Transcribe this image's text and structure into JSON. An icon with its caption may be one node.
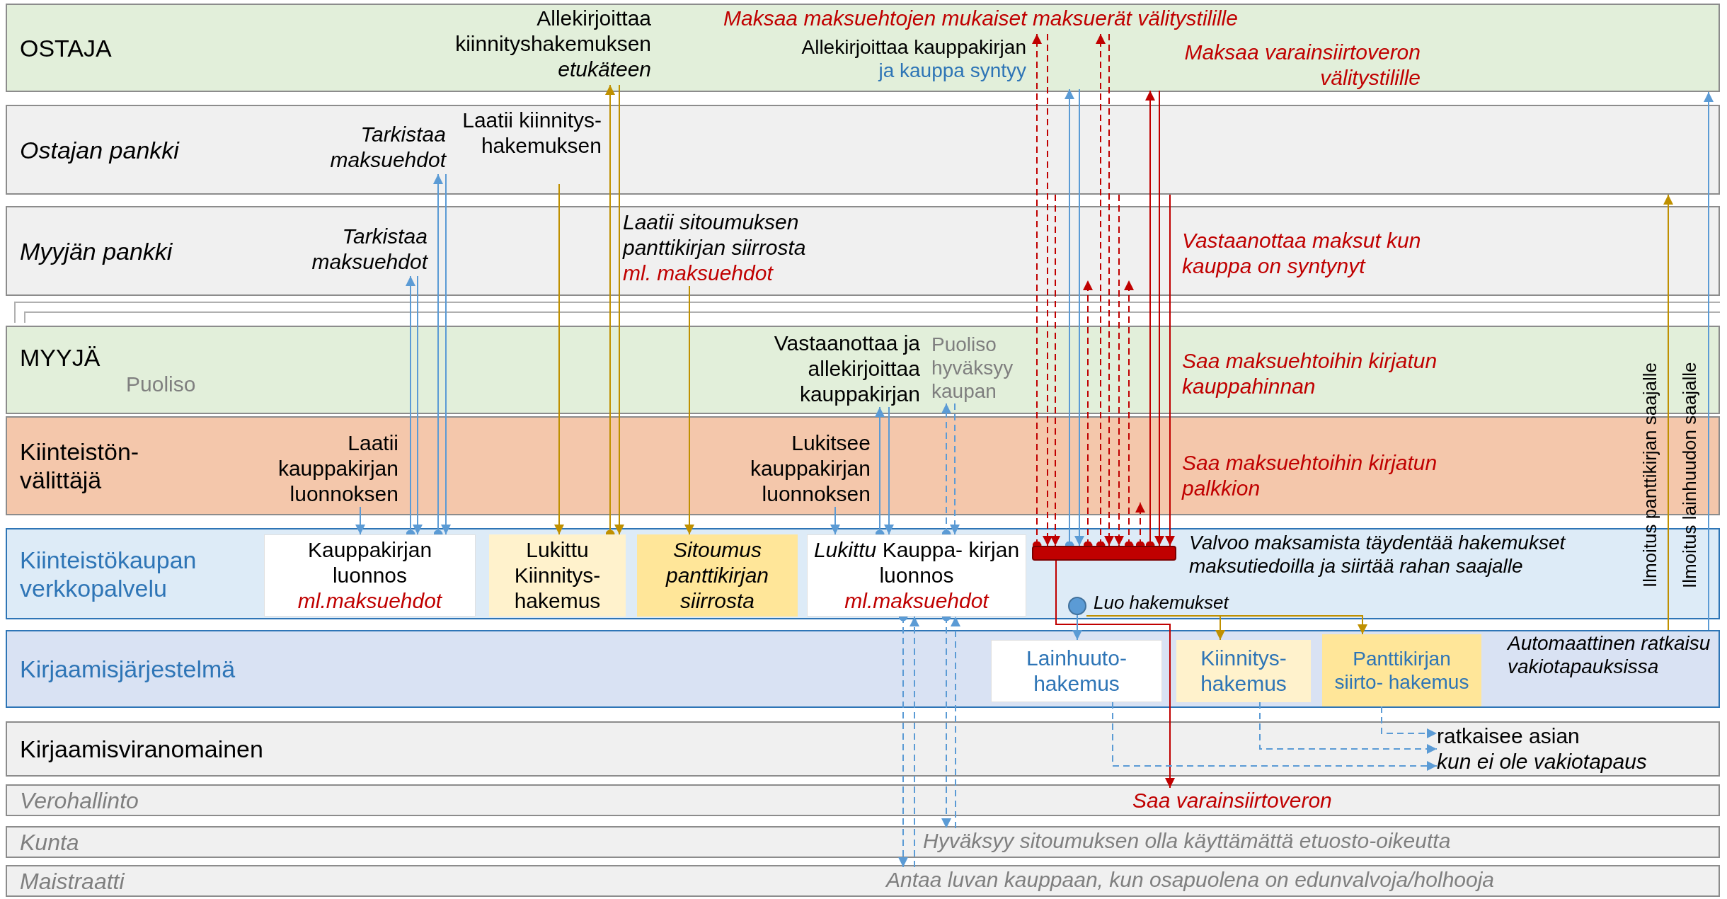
{
  "diagram": {
    "nodes": [
      {
        "text": [
          "OSTAJA"
        ]
      },
      {
        "text": [
          "Allekirjoittaa kiinnityshakemuksen *etukäteen*"
        ],
        "in": 0
      },
      {
        "text": [
          "Maksaa maksuehtojen mukaiset maksuerät välitystilille"
        ],
        "in": 0
      },
      {
        "text": [
          "Allekirjoittaa kauppakirjan",
          "ja kauppa syntyy"
        ],
        "in": 0
      },
      {
        "text": [
          "Maksaa varainsiirtoveron välitystilille"
        ],
        "in": 0
      },
      {
        "text": [
          "Ostajan pankki"
        ]
      },
      {
        "text": [
          "Tarkistaa maksuehdot"
        ],
        "in": 5
      },
      {
        "text": [
          "Laatii kiinnitys- hakemuksen"
        ],
        "in": 5
      },
      {
        "text": [
          "Myyjän pankki"
        ]
      },
      {
        "text": [
          "Tarkistaa maksuehdot"
        ],
        "in": 8
      },
      {
        "text": [
          "Laatii sitoumuksen panttikirjan siirrosta",
          "ml. maksuehdot"
        ],
        "in": 8
      },
      {
        "text": [
          "Vastaanottaa maksut kun kauppa on syntynyt"
        ],
        "in": 8
      },
      {
        "text": [
          "MYYJÄ",
          "Puoliso"
        ]
      },
      {
        "text": [
          "Vastaanottaa ja allekirjoittaa kauppakirjan"
        ],
        "in": 12
      },
      {
        "text": [
          "Puoliso hyväksyy kaupan"
        ],
        "in": 12
      },
      {
        "text": [
          "Saa maksuehtoihin kirjatun kauppahinnan"
        ],
        "in": 12
      },
      {
        "text": [
          "Kiinteistön- välittäjä"
        ]
      },
      {
        "text": [
          "Laatii kauppakirjan luonnoksen"
        ],
        "in": 16
      },
      {
        "text": [
          "Lukitsee kauppakirjan luonnoksen"
        ],
        "in": 16
      },
      {
        "text": [
          "Saa maksuehtoihin kirjatun palkkion"
        ],
        "in": 16
      },
      {
        "text": [
          "Kiinteistökaupan verkkopalvelu"
        ]
      },
      {
        "text": [
          "Kauppakirjan luonnos",
          "ml.maksuehdot"
        ],
        "in": 20
      },
      {
        "text": [
          "Lukittu Kiinnitys- hakemus"
        ],
        "in": 20
      },
      {
        "text": [
          "Sitoumus panttikirjan siirrosta"
        ],
        "in": 20
      },
      {
        "text": [
          "*Lukittu* Kauppa- kirjan luonnos",
          "ml.maksuehdot"
        ],
        "in": 20
      },
      {
        "text": [],
        "shape": "bar",
        "beside": [
          "Valvoo maksamista täydentää hakemukset maksutiedoilla ja siirtää rahan saajalle"
        ],
        "in": 20
      },
      {
        "text": [],
        "shape": "circle",
        "beside": [
          "Luo hakemukset"
        ],
        "in": 20
      },
      {
        "text": [
          "Kirjaamisjärjestelmä"
        ]
      },
      {
        "text": [
          "Lainhuuto- hakemus"
        ],
        "in": 27
      },
      {
        "text": [
          "Kiinnitys- hakemus"
        ],
        "in": 27
      },
      {
        "text": [
          "Panttikirjan siirto- hakemus"
        ],
        "in": 27
      },
      {
        "text": [
          "Automaattinen ratkaisu vakiotapauksissa"
        ],
        "in": 27
      },
      {
        "text": [
          "Kirjaamisviranomainen"
        ]
      },
      {
        "text": [
          "ratkaisee asian",
          "kun ei ole vakiotapaus"
        ],
        "in": 32
      },
      {
        "text": [
          "Verohallinto"
        ]
      },
      {
        "text": [
          "Saa varainsiirtoveron"
        ],
        "in": 34
      },
      {
        "text": [
          "Kunta"
        ]
      },
      {
        "text": [
          "Hyväksyy sitoumuksen olla käyttämättä etuosto-oikeutta"
        ],
        "in": 36
      },
      {
        "text": [
          "Maistraatti"
        ]
      },
      {
        "text": [
          "Antaa luvan kauppaan, kun osapuolena on edunvalvoja/holhooja"
        ],
        "in": 38
      },
      {
        "text": [
          "Ilmoitus panttikirjan saajalle"
        ]
      },
      {
        "text": [
          "Ilmoitus lainhuudon saajalle"
        ]
      }
    ],
    "edges": [
      {
        "from": 17,
        "to": 21,
        "arrow": "to"
      },
      {
        "from": 21,
        "to": 9,
        "arrow": "to"
      },
      {
        "from": 9,
        "to": 21,
        "arrow": "to"
      },
      {
        "from": 21,
        "to": 6,
        "arrow": "to"
      },
      {
        "from": 6,
        "to": 21,
        "arrow": "to"
      },
      {
        "from": 7,
        "to": 22,
        "arrow": "to",
        "color": "#bf9000"
      },
      {
        "from": 22,
        "to": 1,
        "arrow": "to",
        "color": "#bf9000"
      },
      {
        "from": 1,
        "to": 22,
        "arrow": "to",
        "color": "#bf9000"
      },
      {
        "from": 10,
        "to": 23,
        "arrow": "to",
        "color": "#bf9000"
      },
      {
        "from": 18,
        "to": 24,
        "arrow": "to"
      },
      {
        "from": 24,
        "to": 13,
        "arrow": "to"
      },
      {
        "from": 13,
        "to": 24,
        "arrow": "to"
      },
      {
        "from": 24,
        "to": 14,
        "arrow": "to",
        "style": "dashed"
      },
      {
        "from": 14,
        "to": 24,
        "arrow": "to",
        "style": "dashed"
      },
      {
        "from": 24,
        "to": 39,
        "arrow": "to",
        "style": "dashed"
      },
      {
        "from": 39,
        "to": 24,
        "arrow": "to",
        "style": "dashed"
      },
      {
        "from": 24,
        "to": 37,
        "arrow": "to",
        "style": "dashed"
      },
      {
        "from": 37,
        "to": 24,
        "arrow": "to",
        "style": "dashed"
      },
      {
        "from": 25,
        "to": 2,
        "arrow": "to",
        "style": "dashed",
        "color": "#c00000"
      },
      {
        "from": 2,
        "to": 25,
        "arrow": "to",
        "style": "dashed",
        "color": "#c00000"
      },
      {
        "from": 5,
        "to": 25,
        "arrow": "to",
        "style": "dashed",
        "color": "#c00000"
      },
      {
        "from": 25,
        "to": 11,
        "arrow": "to",
        "style": "dashed",
        "color": "#c00000"
      },
      {
        "from": 25,
        "to": 2,
        "arrow": "to",
        "style": "dashed",
        "color": "#c00000"
      },
      {
        "from": 2,
        "to": 25,
        "arrow": "to",
        "style": "dashed",
        "color": "#c00000"
      },
      {
        "from": 5,
        "to": 25,
        "arrow": "to",
        "style": "dashed",
        "color": "#c00000"
      },
      {
        "from": 25,
        "to": 11,
        "arrow": "to",
        "style": "dashed",
        "color": "#c00000"
      },
      {
        "from": 25,
        "to": 19,
        "arrow": "to",
        "style": "dashed",
        "color": "#c00000"
      },
      {
        "from": 25,
        "to": 4,
        "arrow": "to",
        "color": "#c00000"
      },
      {
        "from": 4,
        "to": 25,
        "arrow": "to",
        "color": "#c00000"
      },
      {
        "from": 5,
        "to": 25,
        "arrow": "to",
        "color": "#c00000"
      },
      {
        "from": 25,
        "to": 35,
        "arrow": "to",
        "color": "#c00000"
      },
      {
        "from": 25,
        "to": 3,
        "arrow": "to"
      },
      {
        "from": 3,
        "to": 25,
        "arrow": "to"
      },
      {
        "from": 26,
        "to": 28,
        "arrow": "to"
      },
      {
        "from": 26,
        "to": 29,
        "arrow": "to",
        "color": "#bf9000"
      },
      {
        "from": 26,
        "to": 30,
        "arrow": "to",
        "color": "#bf9000"
      },
      {
        "from": 28,
        "to": 33,
        "arrow": "to",
        "style": "dashed"
      },
      {
        "from": 29,
        "to": 33,
        "arrow": "to",
        "style": "dashed"
      },
      {
        "from": 30,
        "to": 33,
        "arrow": "to",
        "style": "dashed"
      },
      {
        "from": 27,
        "to": 5,
        "arrow": "to",
        "color": "#bf9000"
      },
      {
        "from": 27,
        "to": 0,
        "arrow": "to"
      }
    ]
  }
}
